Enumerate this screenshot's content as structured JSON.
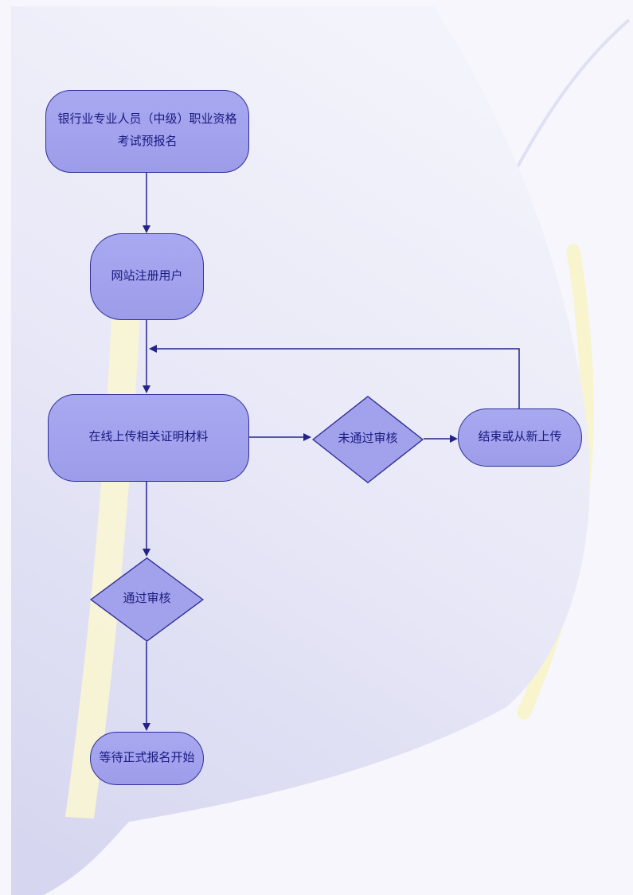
{
  "diagram": {
    "type": "flowchart",
    "colors": {
      "node_fill": "#a1a1ec",
      "node_border": "#2f2f96",
      "connector": "#23238b",
      "node_text": "#1a1a80",
      "page_background": "#efeff9",
      "leaf_background": "#dfdff4",
      "accent_band": "#f8f5d4",
      "white_swoosh": "#f6f6fc"
    },
    "nodes": [
      {
        "id": "pre-register",
        "shape": "rounded-rect",
        "label": "银行业专业人员（中级）职业资格\n考试预报名"
      },
      {
        "id": "register-user",
        "shape": "rounded-rect",
        "label": "网站注册用户"
      },
      {
        "id": "upload-materials",
        "shape": "rounded-rect",
        "label": "在线上传相关证明材料"
      },
      {
        "id": "review-failed",
        "shape": "diamond",
        "label": "未通过审核"
      },
      {
        "id": "end-or-reupload",
        "shape": "stadium",
        "label": "结束或从新上传"
      },
      {
        "id": "review-passed",
        "shape": "diamond",
        "label": "通过审核"
      },
      {
        "id": "wait-official-start",
        "shape": "stadium",
        "label": "等待正式报名开始"
      }
    ],
    "edges": [
      {
        "from": "pre-register",
        "to": "register-user"
      },
      {
        "from": "register-user",
        "to": "upload-materials"
      },
      {
        "from": "upload-materials",
        "to": "review-failed"
      },
      {
        "from": "review-failed",
        "to": "end-or-reupload"
      },
      {
        "from": "end-or-reupload",
        "to": "upload-materials",
        "note": "feedback loop"
      },
      {
        "from": "upload-materials",
        "to": "review-passed"
      },
      {
        "from": "review-passed",
        "to": "wait-official-start"
      }
    ]
  }
}
